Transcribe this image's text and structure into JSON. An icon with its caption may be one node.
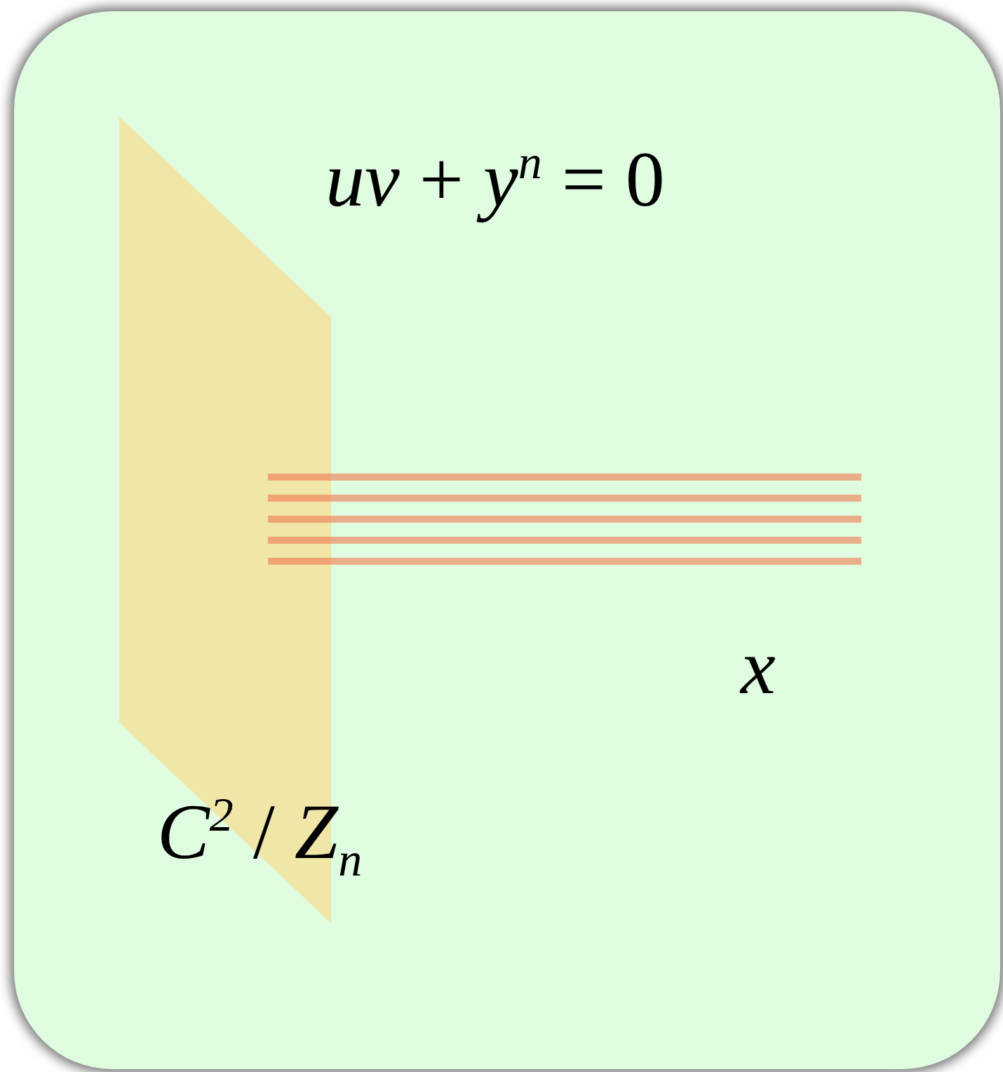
{
  "diagram": {
    "labels": [
      "*uv* + *y*$^{n}$ = 0",
      "x",
      "*C*$^{2}$ / *Z*$_{n}$"
    ]
  }
}
